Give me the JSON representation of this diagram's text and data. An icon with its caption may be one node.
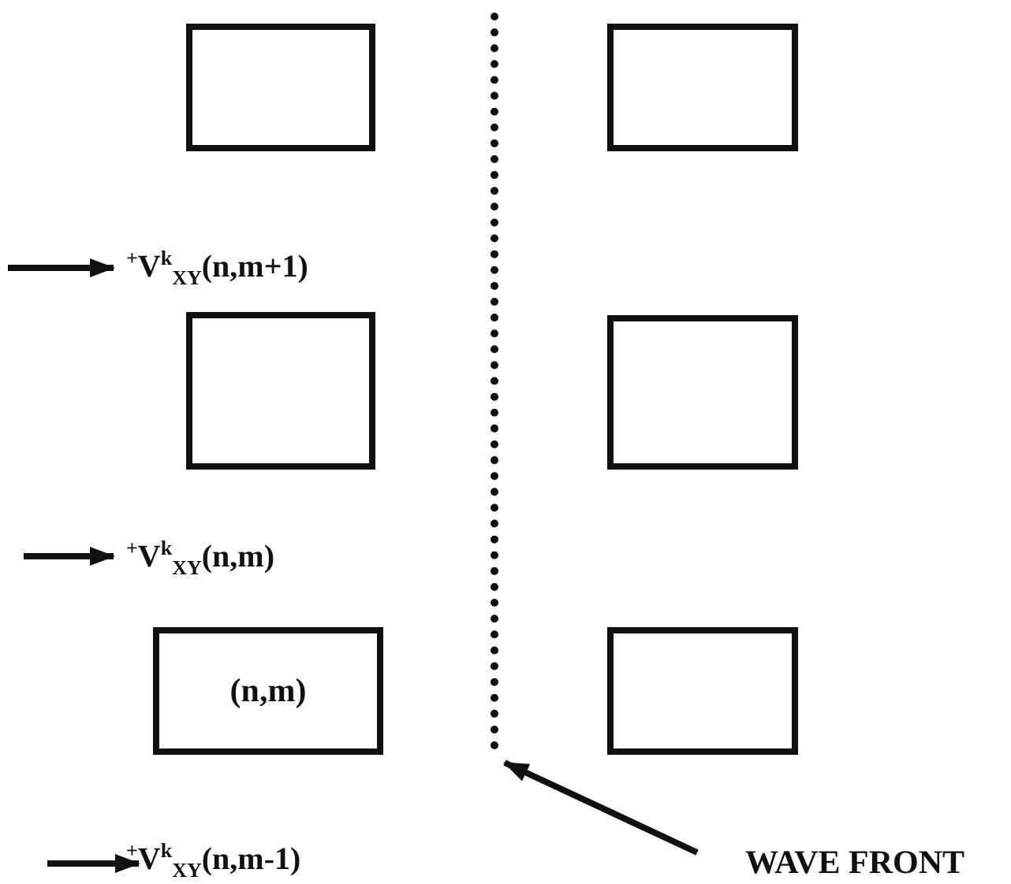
{
  "diagram": {
    "nodes": [
      {
        "text": [],
        "shape": "box"
      },
      {
        "text": [],
        "shape": "box"
      },
      {
        "text": [],
        "shape": "box"
      },
      {
        "text": [],
        "shape": "box"
      },
      {
        "text": [
          "(n,m)"
        ]
      },
      {
        "text": [],
        "shape": "box"
      },
      {
        "text": [],
        "shape": "line"
      },
      {
        "text": [
          "WAVE FRONT"
        ]
      }
    ],
    "edges": [
      {
        "from": 7,
        "to": 6,
        "arrow": "to"
      }
    ],
    "labels": [
      "$^{+}$V$^{k}$$_{XY}$(n,m+1)",
      "$^{+}$V$^{k}$$_{XY}$(n,m)",
      "$^{+}$V$^{k}$$_{XY}$(n,m-1)"
    ]
  }
}
